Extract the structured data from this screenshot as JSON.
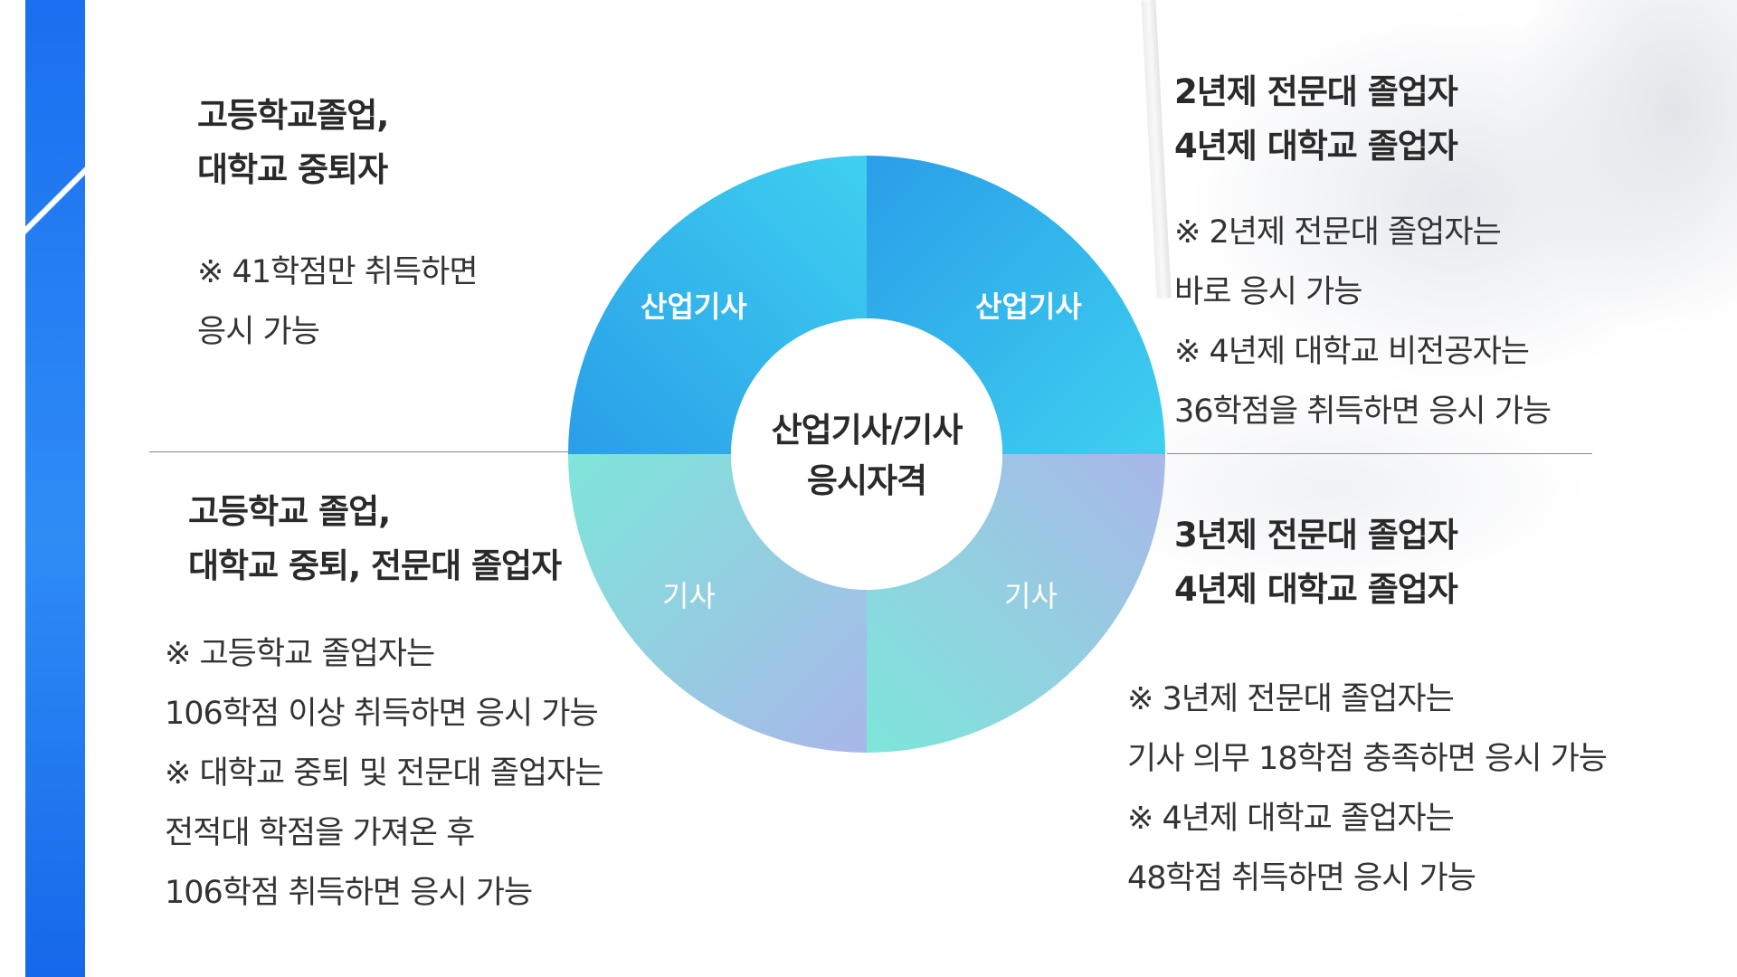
{
  "diagram": {
    "center": {
      "line1": "산업기사/기사",
      "line2": "응시자격"
    },
    "segments": {
      "top_left": "산업기사",
      "top_right": "산업기사",
      "bottom_left": "기사",
      "bottom_right": "기사"
    },
    "colors": {
      "top_left": [
        "#3ed0f0",
        "#2a9ee8"
      ],
      "top_right": [
        "#2a9ee8",
        "#3ed0f0"
      ],
      "bottom_left": [
        "#7ee6da",
        "#a9b7e8"
      ],
      "bottom_right": [
        "#a9b7e8",
        "#7ee6da"
      ]
    }
  },
  "top_left": {
    "title": [
      "고등학교졸업,",
      "대학교 중퇴자"
    ],
    "notes": [
      "※ 41학점만 취득하면",
      "응시 가능"
    ]
  },
  "top_right": {
    "title": [
      "2년제 전문대 졸업자",
      "4년제 대학교 졸업자"
    ],
    "notes": [
      "※ 2년제 전문대 졸업자는",
      "바로 응시 가능",
      "※ 4년제  대학교  비전공자는",
      "36학점을 취득하면 응시 가능"
    ]
  },
  "bottom_left": {
    "title": [
      "고등학교 졸업,",
      "대학교 중퇴, 전문대 졸업자"
    ],
    "notes": [
      "※ 고등학교 졸업자는",
      "106학점 이상 취득하면 응시 가능",
      "※ 대학교 중퇴 및 전문대 졸업자는",
      "전적대 학점을 가져온 후",
      "106학점 취득하면 응시 가능"
    ]
  },
  "bottom_right": {
    "title": [
      "3년제 전문대 졸업자",
      "4년제 대학교 졸업자"
    ],
    "notes": [
      "※ 3년제 전문대 졸업자는",
      "기사 의무 18학점 충족하면 응시 가능",
      "※ 4년제 대학교 졸업자는",
      "48학점 취득하면 응시  가능"
    ]
  }
}
